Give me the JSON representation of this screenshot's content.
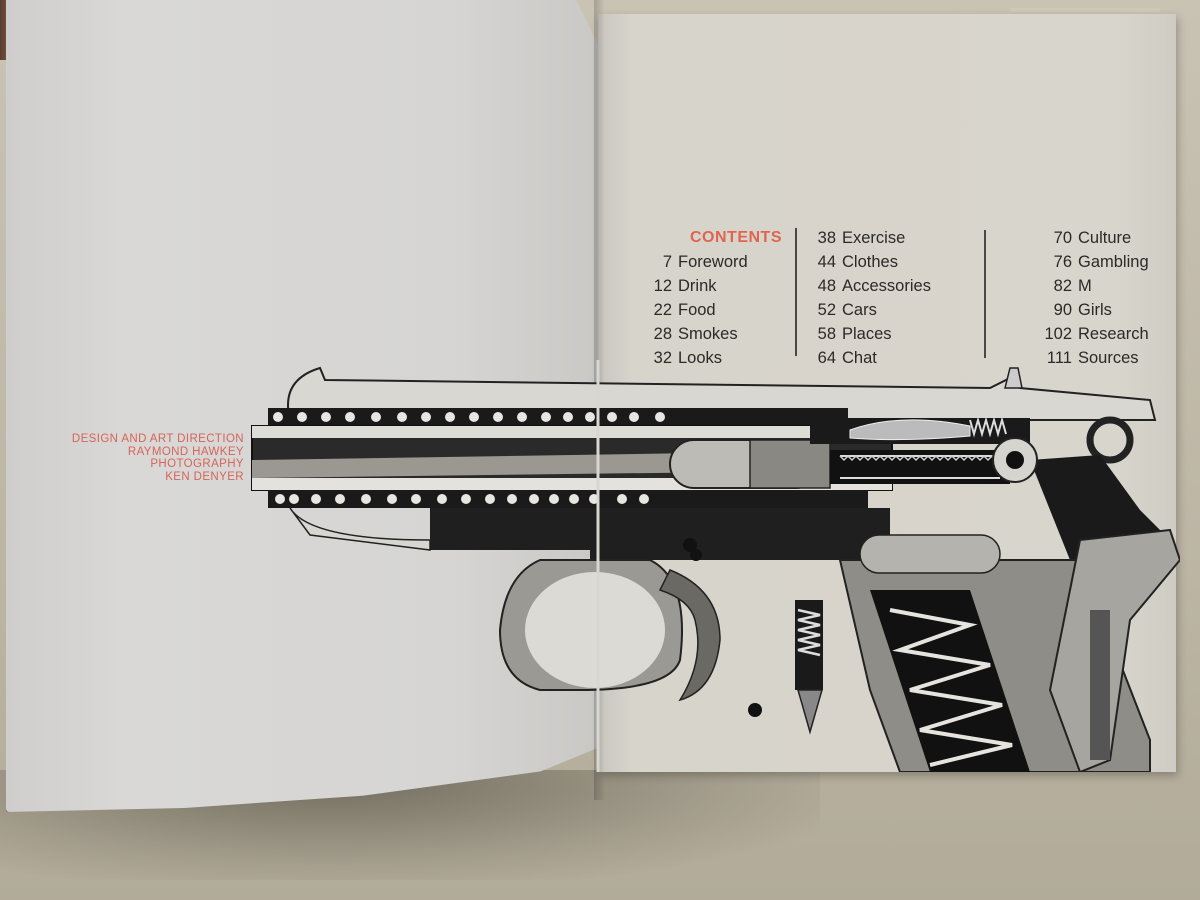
{
  "scene": {
    "description": "Photograph of an open book spread showing a contents page over a cutaway pistol illustration",
    "colors": {
      "accent_red": "#e0654f",
      "credit_red": "#d4655a",
      "text": "#2b2a28",
      "page": "#d7d4cc",
      "tabletop": "#bdb6a5"
    }
  },
  "left_page": {
    "credits": [
      "DESIGN AND ART DIRECTION",
      "RAYMOND HAWKEY",
      "PHOTOGRAPHY",
      "KEN DENYER"
    ]
  },
  "contents": {
    "heading": "CONTENTS",
    "columns": [
      [
        {
          "page": "7",
          "title": "Foreword"
        },
        {
          "page": "12",
          "title": "Drink"
        },
        {
          "page": "22",
          "title": "Food"
        },
        {
          "page": "28",
          "title": "Smokes"
        },
        {
          "page": "32",
          "title": "Looks"
        }
      ],
      [
        {
          "page": "38",
          "title": "Exercise"
        },
        {
          "page": "44",
          "title": "Clothes"
        },
        {
          "page": "48",
          "title": "Accessories"
        },
        {
          "page": "52",
          "title": "Cars"
        },
        {
          "page": "58",
          "title": "Places"
        },
        {
          "page": "64",
          "title": "Chat"
        }
      ],
      [
        {
          "page": "70",
          "title": "Culture"
        },
        {
          "page": "76",
          "title": "Gambling"
        },
        {
          "page": "82",
          "title": "M"
        },
        {
          "page": "90",
          "title": "Girls"
        },
        {
          "page": "102",
          "title": "Research"
        },
        {
          "page": "111",
          "title": "Sources"
        }
      ]
    ]
  },
  "illustration": {
    "subject": "cutaway-pistol-diagram"
  }
}
